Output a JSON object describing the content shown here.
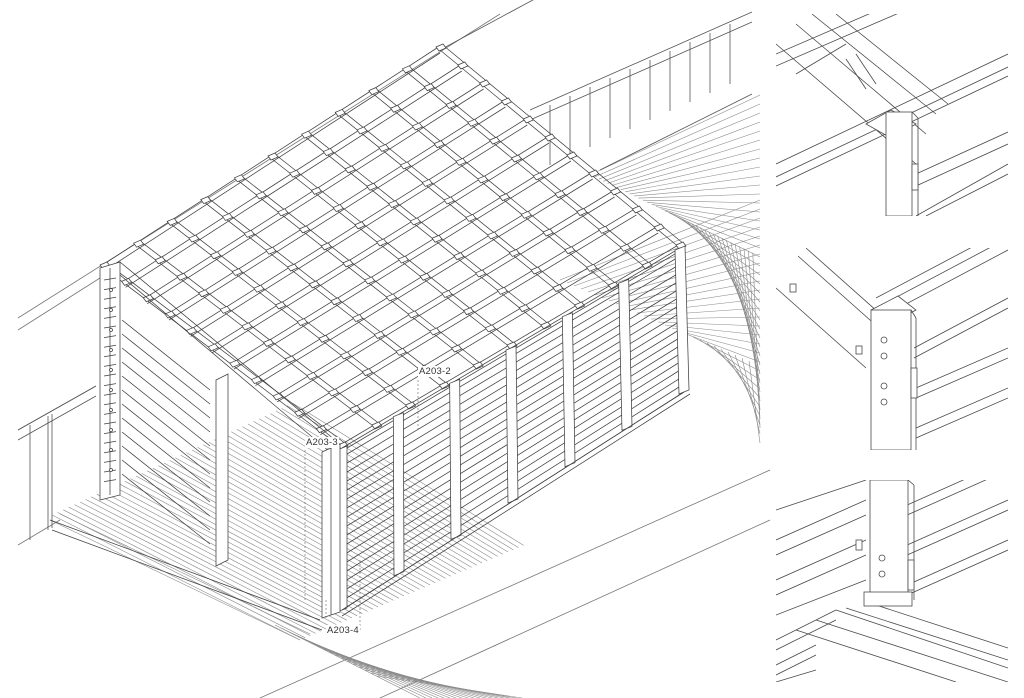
{
  "section_callouts": {
    "a203_2": "A203-2",
    "a203_3": "A203-3",
    "a203_4": "A203-4"
  },
  "colors": {
    "line": "#4a4a4a",
    "line_light": "#9a9a9a",
    "background": "#ffffff"
  }
}
